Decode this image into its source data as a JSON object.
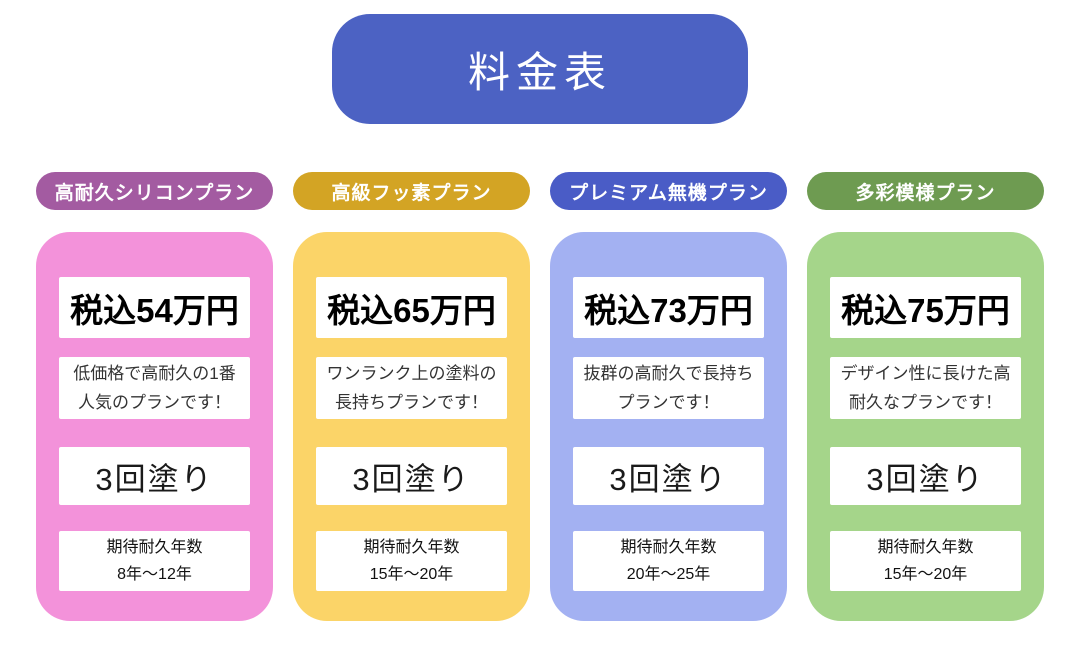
{
  "page": {
    "title": "料金表"
  },
  "colors": {
    "background": "#FFFFFF",
    "title_bg": "#4C62C3",
    "title_text": "#FFFFFF",
    "box_bg": "#FFFFFF"
  },
  "plans": [
    {
      "name": "高耐久シリコンプラン",
      "badge_color": "#A35BA1",
      "card_color": "#F392DA",
      "price": "税込54万円",
      "description_line1": "低価格で高耐久の1番",
      "description_line2": "人気のプランです！",
      "coats": "3回塗り",
      "durability_label": "期待耐久年数",
      "durability_years": "8年〜12年"
    },
    {
      "name": "高級フッ素プラン",
      "badge_color": "#D3A424",
      "card_color": "#FBD468",
      "price": "税込65万円",
      "description_line1": "ワンランク上の塗料の",
      "description_line2": "長持ちプランです！",
      "coats": "3回塗り",
      "durability_label": "期待耐久年数",
      "durability_years": "15年〜20年"
    },
    {
      "name": "プレミアム無機プラン",
      "badge_color": "#4A5CC6",
      "card_color": "#A3B1F2",
      "price": "税込73万円",
      "description_line1": "抜群の高耐久で長持ち",
      "description_line2": "プランです！",
      "coats": "3回塗り",
      "durability_label": "期待耐久年数",
      "durability_years": "20年〜25年"
    },
    {
      "name": "多彩模様プラン",
      "badge_color": "#6E9B51",
      "card_color": "#A5D58A",
      "price": "税込75万円",
      "description_line1": "デザイン性に長けた高",
      "description_line2": "耐久なプランです！",
      "coats": "3回塗り",
      "durability_label": "期待耐久年数",
      "durability_years": "15年〜20年"
    }
  ]
}
